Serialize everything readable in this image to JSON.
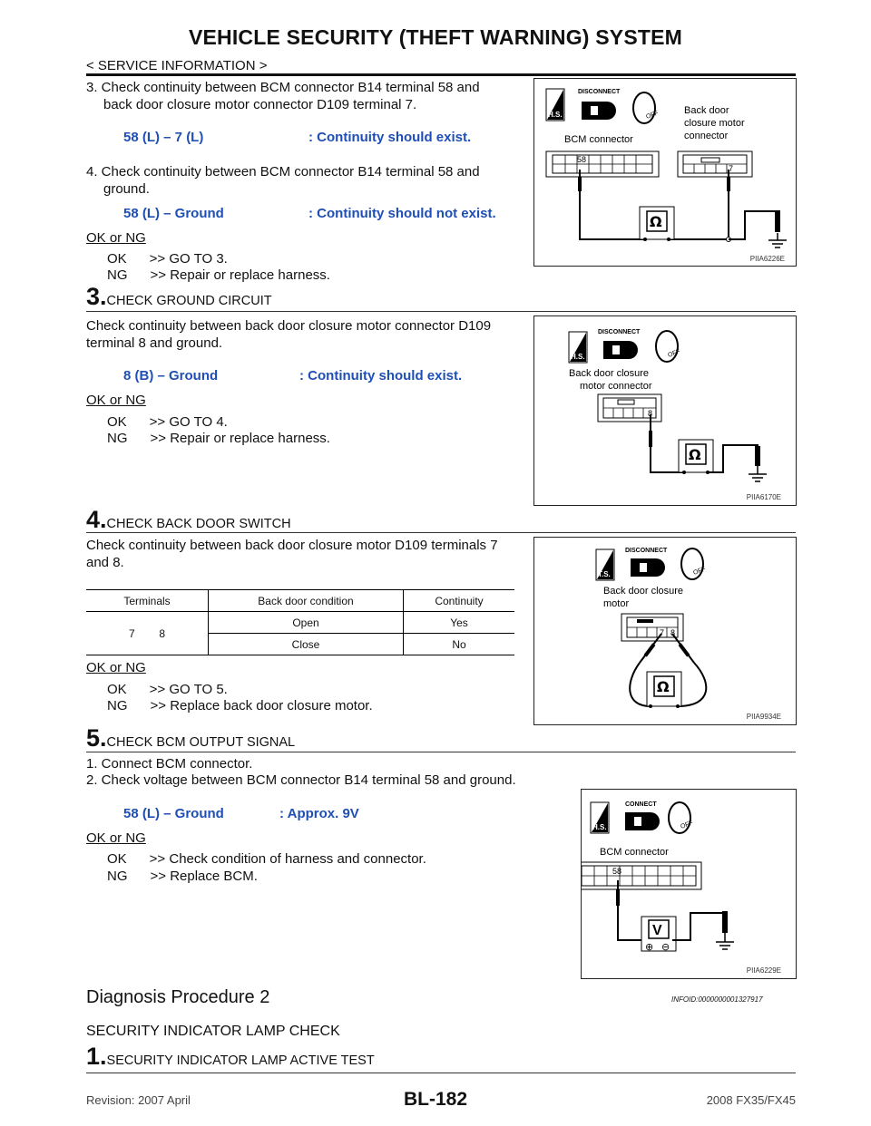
{
  "header": {
    "title": "VEHICLE SECURITY (THEFT WARNING) SYSTEM",
    "subtitle": "< SERVICE INFORMATION >"
  },
  "step2": {
    "item3": "3. Check continuity between BCM connector B14 terminal 58 and",
    "item3b": "back door closure motor connector D109 terminal 7.",
    "spec1_left": "58 (L) – 7 (L)",
    "spec1_right": ": Continuity should exist.",
    "item4": "4. Check continuity between BCM connector B14 terminal 58 and",
    "item4b": "ground.",
    "spec2_left": "58 (L) – Ground",
    "spec2_right": ": Continuity should not exist.",
    "ok_ng": "OK or NG",
    "ok": "OK      >> GO TO 3.",
    "ng": "NG      >> Repair or replace harness."
  },
  "step3": {
    "num": "3.",
    "title": "CHECK GROUND CIRCUIT",
    "text1": "Check continuity between back door closure motor connector D109",
    "text2": "terminal 8 and ground.",
    "spec_left": "8 (B) – Ground",
    "spec_right": ": Continuity should exist.",
    "ok_ng": "OK or NG",
    "ok": "OK      >> GO TO 4.",
    "ng": "NG      >> Repair or replace harness."
  },
  "step4": {
    "num": "4.",
    "title": "CHECK BACK DOOR SWITCH",
    "text1": "Check continuity between back door closure motor D109 terminals 7",
    "text2": "and 8.",
    "table": {
      "headers": [
        "Terminals",
        "Back door condition",
        "Continuity"
      ],
      "t1": "7",
      "t2": "8",
      "rows": [
        [
          "Open",
          "Yes"
        ],
        [
          "Close",
          "No"
        ]
      ]
    },
    "ok_ng": "OK or NG",
    "ok": "OK      >> GO TO 5.",
    "ng": "NG      >> Replace back door closure motor."
  },
  "step5": {
    "num": "5.",
    "title": "CHECK BCM OUTPUT SIGNAL",
    "item1": "1. Connect BCM connector.",
    "item2": "2. Check voltage between BCM connector B14 terminal 58 and ground.",
    "spec_left": "58 (L) – Ground",
    "spec_right": ": Approx. 9V",
    "ok_ng": "OK or NG",
    "ok": "OK      >> Check condition of harness and connector.",
    "ng": "NG      >> Replace BCM."
  },
  "diag2": {
    "heading": "Diagnosis Procedure 2",
    "infoid": "INFOID:0000000001327917",
    "section": "SECURITY INDICATOR LAMP CHECK",
    "num": "1.",
    "title": "SECURITY INDICATOR LAMP ACTIVE TEST"
  },
  "figures": {
    "fig1": {
      "disconnect": "DISCONNECT",
      "hs": "H.S.",
      "off": "OFF",
      "bcm_label": "BCM connector",
      "bd_label1": "Back door",
      "bd_label2": "closure motor",
      "bd_label3": "connector",
      "pin58": "58",
      "pin7": "7",
      "ohm": "Ω",
      "id": "PIIA6226E"
    },
    "fig2": {
      "disconnect": "DISCONNECT",
      "hs": "H.S.",
      "off": "OFF",
      "label1": "Back door closure",
      "label2": "motor connector",
      "pin8": "8",
      "ohm": "Ω",
      "id": "PIIA6170E"
    },
    "fig3": {
      "disconnect": "DISCONNECT",
      "ts": "T.S.",
      "off": "OFF",
      "label1": "Back door closure",
      "label2": "motor",
      "pin7": "7",
      "pin8": "8",
      "ohm": "Ω",
      "id": "PIIA9934E"
    },
    "fig4": {
      "connect": "CONNECT",
      "hs": "H.S.",
      "off": "OFF",
      "label": "BCM connector",
      "pin58": "58",
      "v": "V",
      "plus": "⊕",
      "minus": "⊖",
      "id": "PIIA6229E"
    }
  },
  "footer": {
    "revision": "Revision: 2007 April",
    "page": "BL-182",
    "model": "2008 FX35/FX45"
  }
}
